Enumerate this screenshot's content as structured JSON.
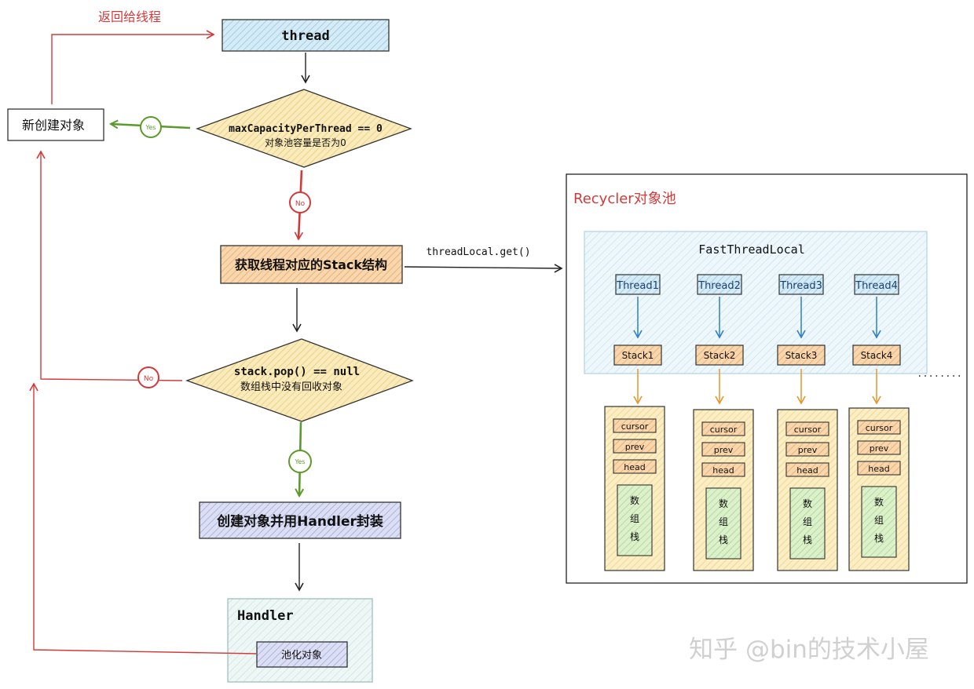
{
  "colors": {
    "red": "#d23a3a",
    "green": "#5c9a2c",
    "blue_arrow": "#2f7fc6",
    "orange_arrow": "#e8962a",
    "thread_fill": "#bfe0ef",
    "diamond_fill": "#f6e3a6",
    "stack_box_fill": "#f5c896",
    "handler_btn_fill": "#c9cdeb",
    "pool_fill": "#e7f3f9",
    "column_fill": "#f8e4a8",
    "field_fill": "#f3c891",
    "array_fill": "#cfe9b8"
  },
  "flow": {
    "thread": "thread",
    "return_label": "返回给线程",
    "new_object": "新创建对象",
    "decision1_line1": "maxCapacityPerThread == 0",
    "decision1_line2": "对象池容量是否为0",
    "yes1": "Yes",
    "no1": "No",
    "get_stack": "获取线程对应的Stack结构",
    "threadlocal_get": "threadLocal.get()",
    "decision2_line1": "stack.pop() == null",
    "decision2_line2": "数组栈中没有回收对象",
    "no2": "No",
    "yes2": "Yes",
    "create_wrap": "创建对象并用Handler封装",
    "handler_title": "Handler",
    "pooled_object": "池化对象"
  },
  "recycler": {
    "title": "Recycler对象池",
    "ftl_title": "FastThreadLocal",
    "ellipsis": "........",
    "threads": [
      {
        "thread": "Thread1",
        "stack": "Stack1"
      },
      {
        "thread": "Thread2",
        "stack": "Stack2"
      },
      {
        "thread": "Thread3",
        "stack": "Stack3"
      },
      {
        "thread": "Thread4",
        "stack": "Stack4"
      }
    ],
    "fields": [
      "cursor",
      "prev",
      "head"
    ],
    "array_chars": [
      "数",
      "组",
      "栈"
    ]
  },
  "watermark": "知乎 @bin的技术小屋"
}
